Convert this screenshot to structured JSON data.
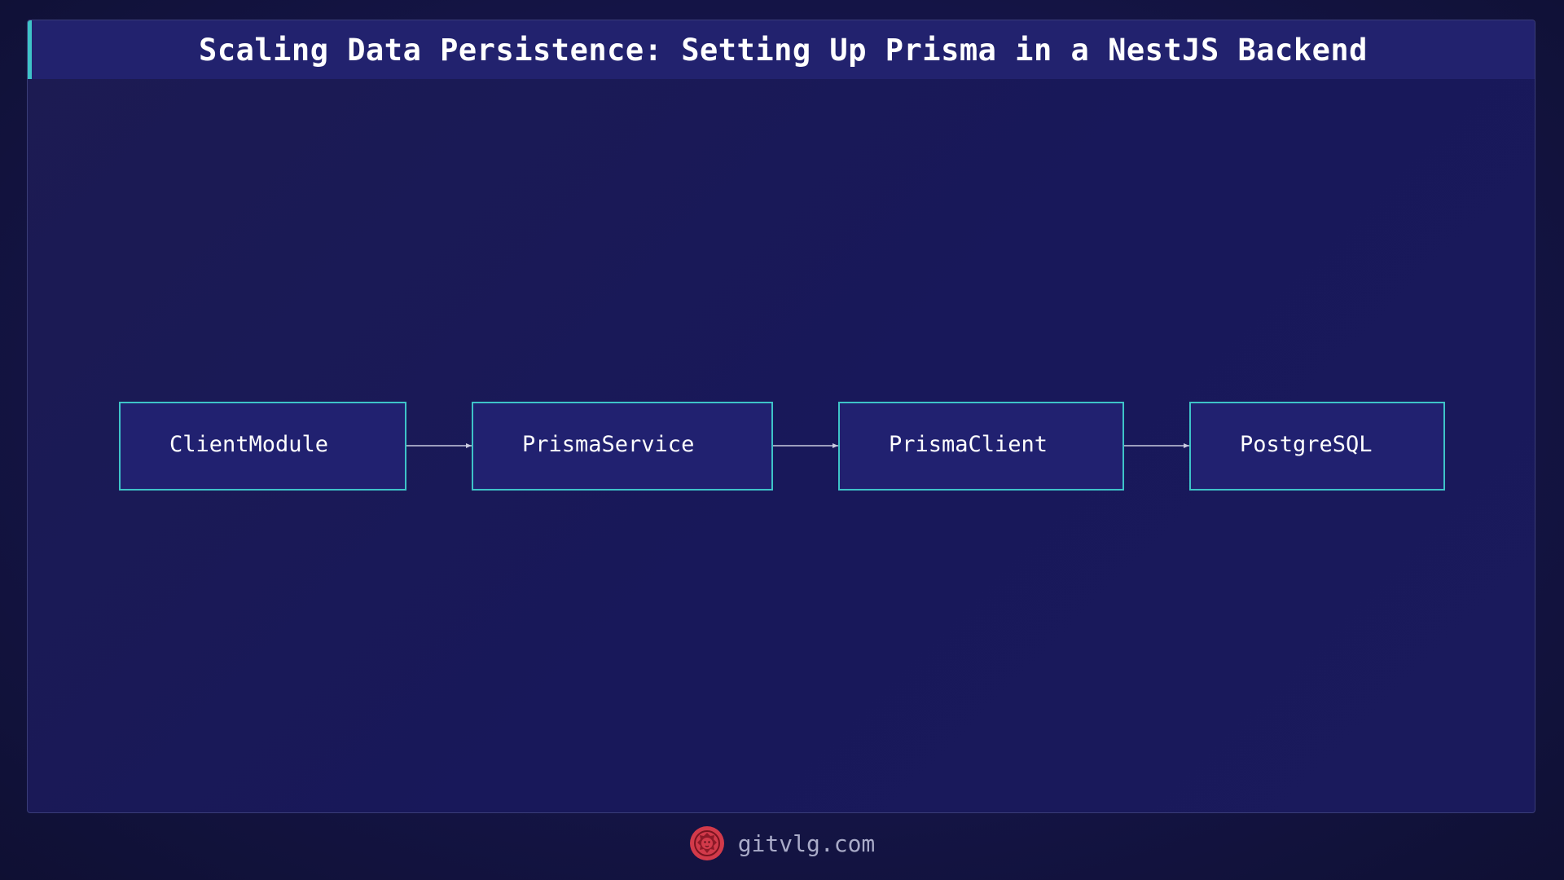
{
  "title": "Scaling Data Persistence: Setting Up Prisma in a NestJS Backend",
  "diagram": {
    "nodes": [
      {
        "id": "client-module",
        "label": "ClientModule"
      },
      {
        "id": "prisma-service",
        "label": "PrismaService"
      },
      {
        "id": "prisma-client",
        "label": "PrismaClient"
      },
      {
        "id": "postgresql",
        "label": "PostgreSQL"
      }
    ],
    "edges": [
      {
        "from": "client-module",
        "to": "prisma-service"
      },
      {
        "from": "prisma-service",
        "to": "prisma-client"
      },
      {
        "from": "prisma-client",
        "to": "postgresql"
      }
    ]
  },
  "footer": {
    "site": "gitvlg.com",
    "logo_icon": "lion-logo-icon"
  },
  "colors": {
    "accent": "#3ec3c8",
    "node_fill": "#212170",
    "title_bar": "#22226e",
    "logo": "#d23a4a"
  }
}
